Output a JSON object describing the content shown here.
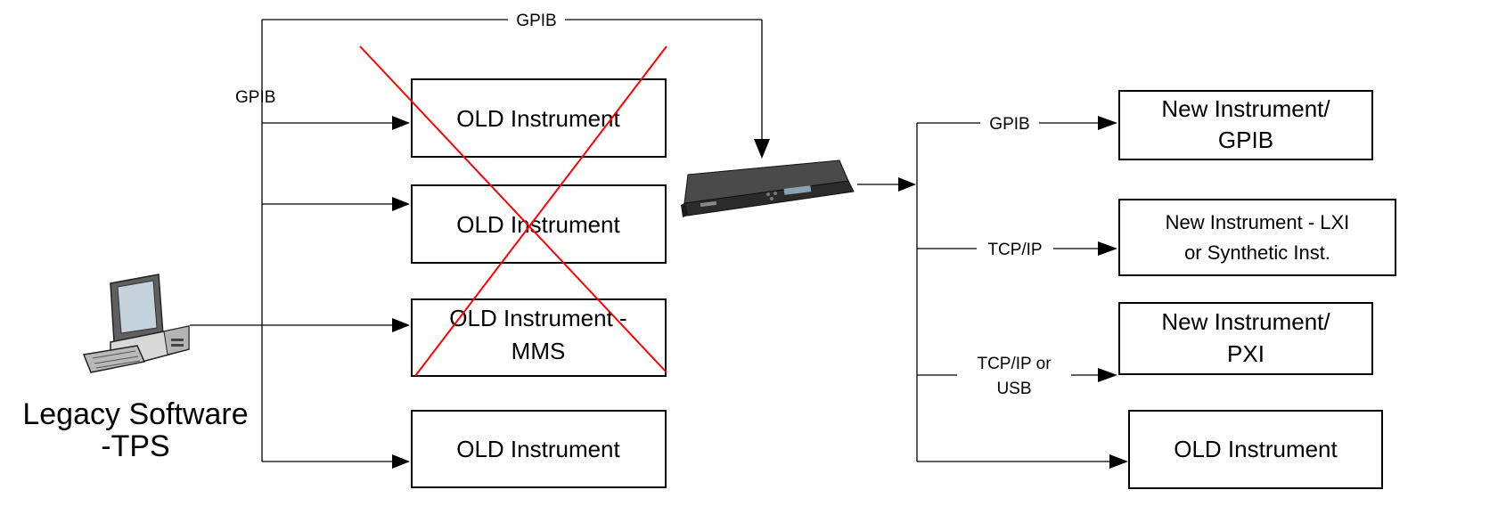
{
  "computer": {
    "icon": "desktop-computer-icon",
    "label_line1": "Legacy Software",
    "label_line2": "-TPS"
  },
  "left_bus": {
    "top_link_label": "GPIB",
    "side_label": "GPIB"
  },
  "old_instruments": [
    {
      "line1": "OLD Instrument",
      "line2": "",
      "crossed_out": true
    },
    {
      "line1": "OLD Instrument",
      "line2": "",
      "crossed_out": true
    },
    {
      "line1": "OLD Instrument -",
      "line2": "MMS",
      "crossed_out": true
    },
    {
      "line1": "OLD Instrument",
      "line2": "",
      "crossed_out": false
    }
  ],
  "converter": {
    "icon": "rack-mount-instrument-icon"
  },
  "right_links": [
    {
      "line1": "GPIB",
      "line2": ""
    },
    {
      "line1": "TCP/IP",
      "line2": ""
    },
    {
      "line1": "TCP/IP or",
      "line2": "USB"
    },
    {
      "line1": "",
      "line2": ""
    }
  ],
  "new_instruments": [
    {
      "line1": "New Instrument/",
      "line2": "GPIB"
    },
    {
      "line1": "New Instrument - LXI",
      "line2": "or Synthetic Inst."
    },
    {
      "line1": "New Instrument/",
      "line2": "PXI"
    },
    {
      "line1": "OLD Instrument",
      "line2": ""
    }
  ],
  "colors": {
    "line": "#000000",
    "cross": "#ff0000",
    "box_fill": "#ffffff"
  }
}
